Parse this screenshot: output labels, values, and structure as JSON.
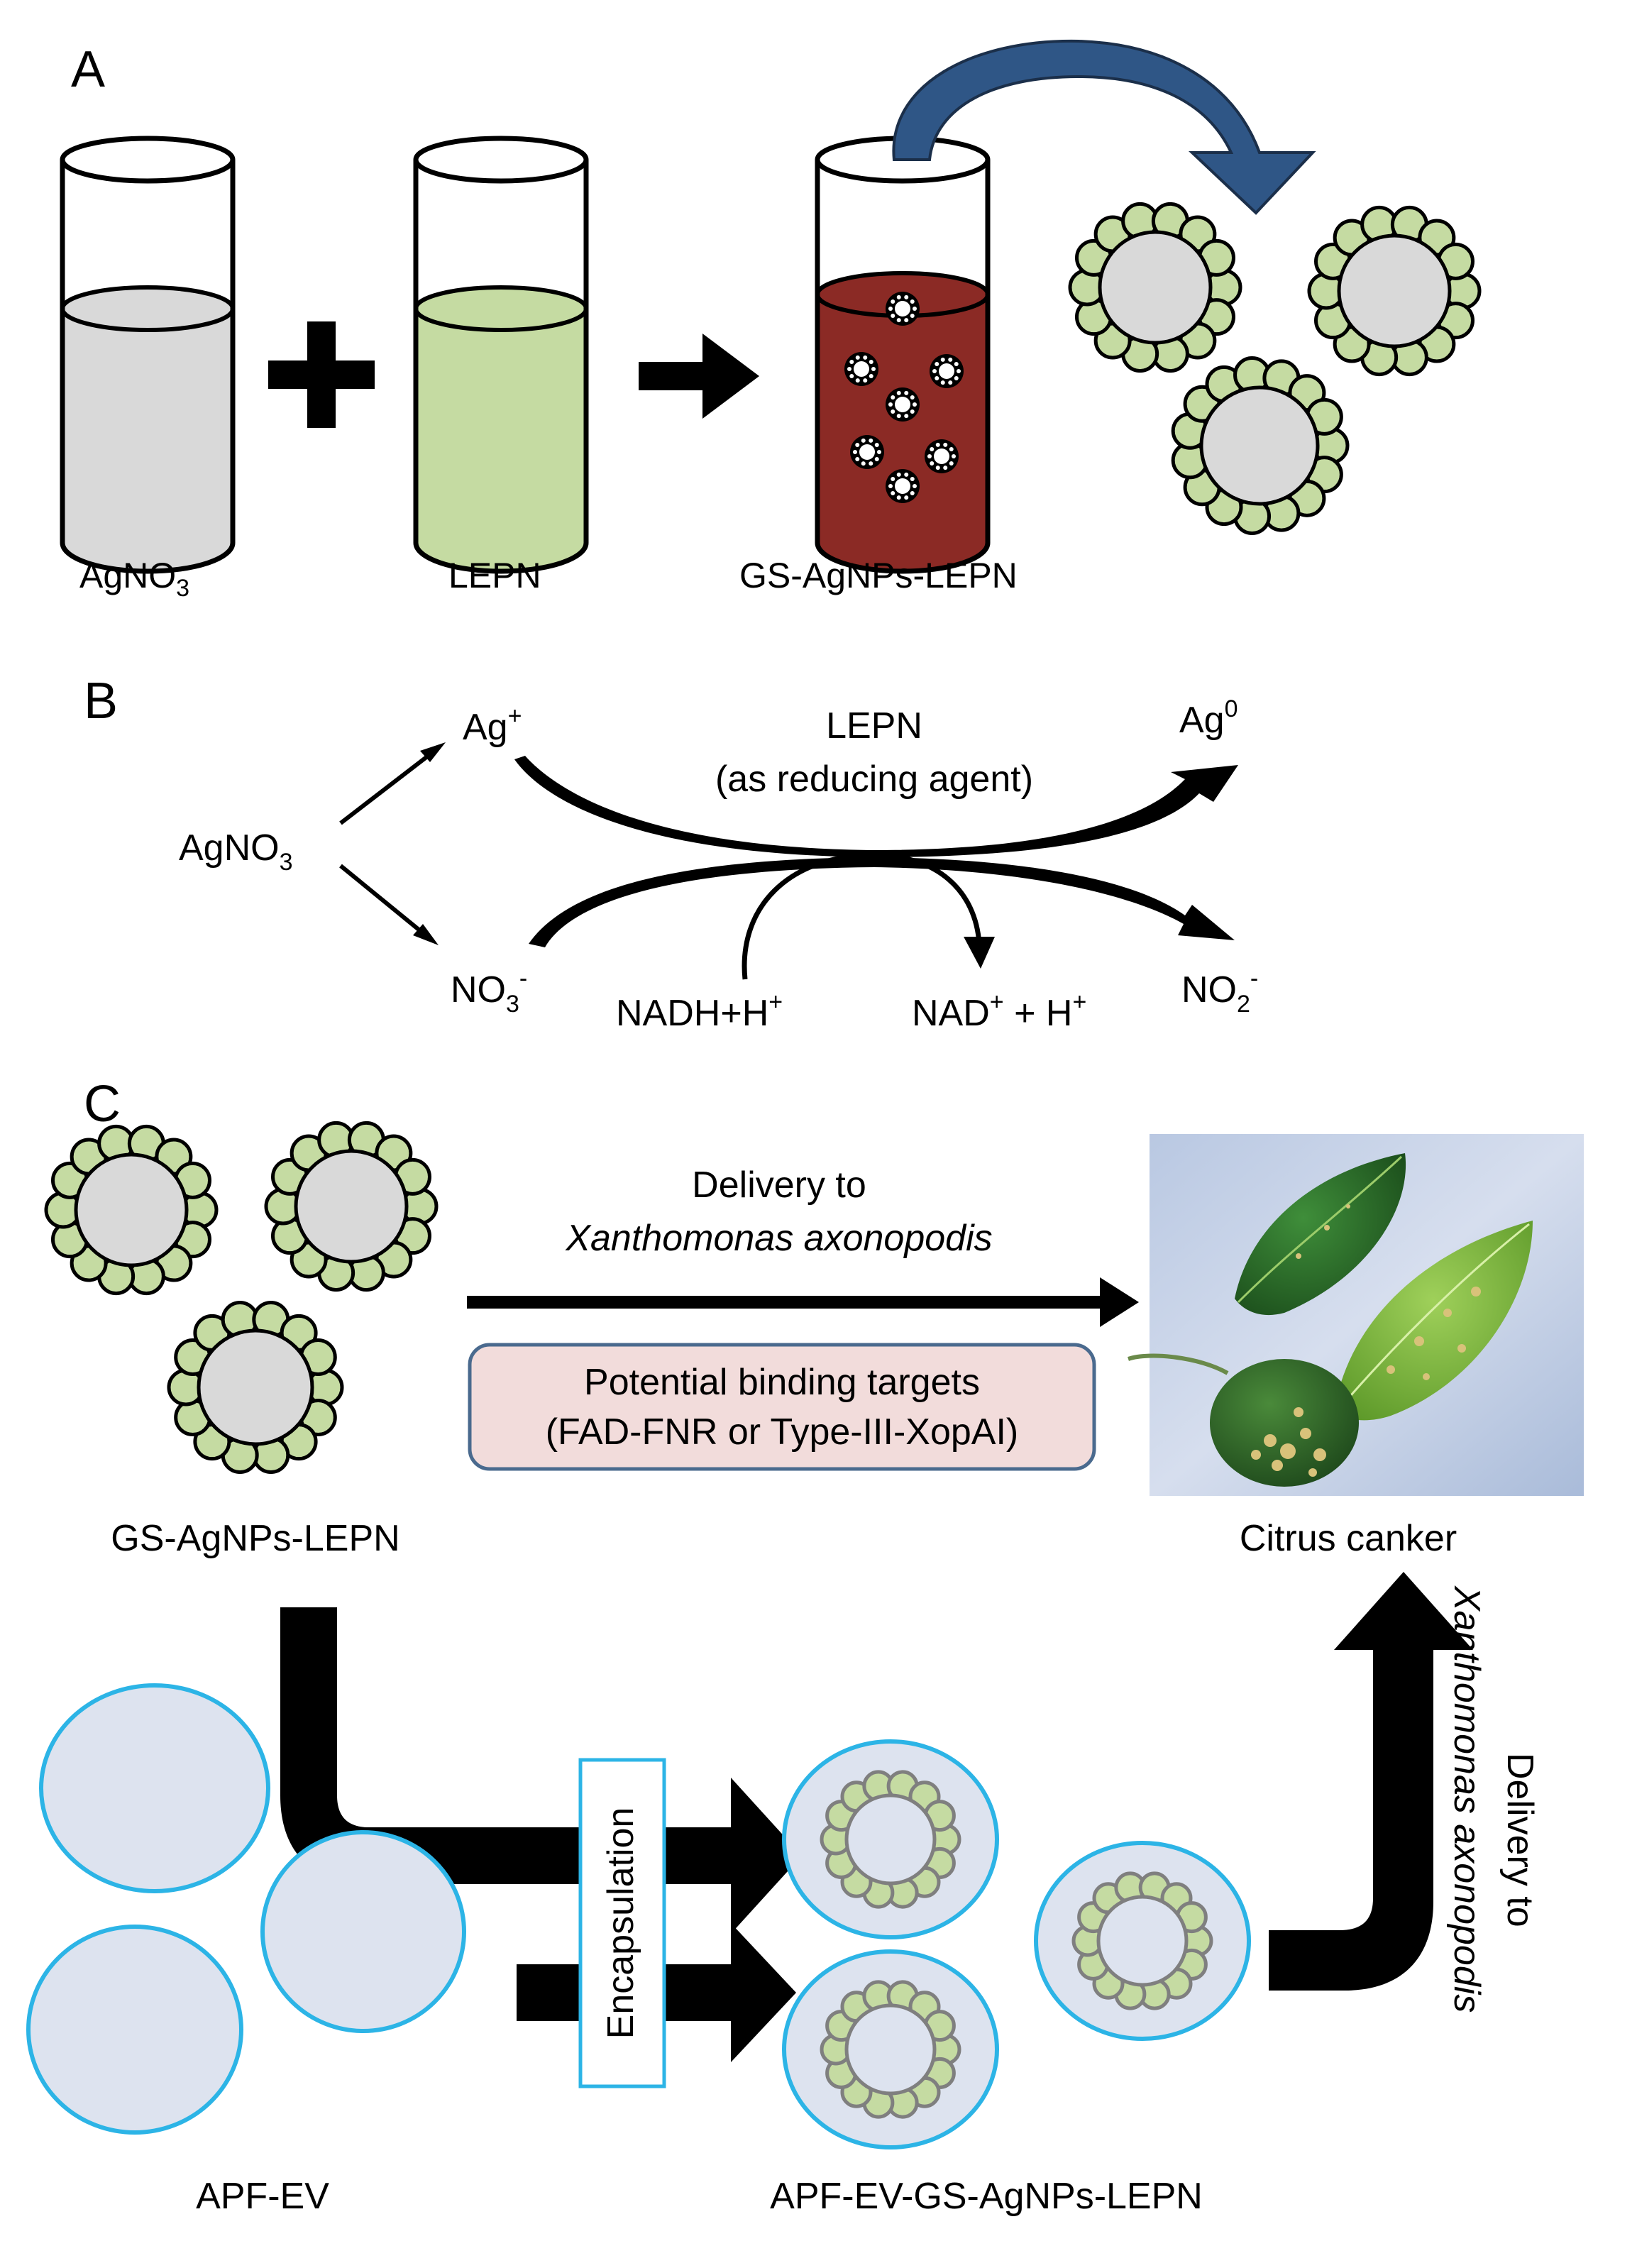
{
  "panel_a": {
    "letter": "A",
    "labels": {
      "tube1": "AgNO",
      "tube1_sub": "3",
      "tube2": "LEPN",
      "tube3": "GS-AgNPs-LEPN"
    }
  },
  "panel_b": {
    "letter": "B",
    "agno3": "AgNO",
    "agno3_sub": "3",
    "ag_plus": "Ag",
    "ag_plus_sup": "+",
    "no3": "NO",
    "no3_sub": "3",
    "no3_sup": "-",
    "lepn": "LEPN",
    "reducing_agent": "(as reducing agent)",
    "ag0": "Ag",
    "ag0_sup": "0",
    "nadh": "NADH+H",
    "nadh_sup": "+",
    "nad_a": "NAD",
    "nad_sup1": "+",
    "nad_b": " + H",
    "nad_sup2": "+",
    "no2": "NO",
    "no2_sub": "2",
    "no2_sup": "-"
  },
  "panel_c": {
    "letter": "C",
    "delivery_line1": "Delivery to",
    "delivery_line2": "Xanthomonas axonopodis",
    "binding_line1": "Potential binding targets",
    "binding_line2": "(FAD-FNR or Type-III-XopAI)",
    "gs_label": "GS-AgNPs-LEPN",
    "citrus_label": "Citrus canker",
    "encapsulation": "Encapsulation",
    "apf_label": "APF-EV",
    "apf_gs_label": "APF-EV-GS-AgNPs-LEPN",
    "vertical_line1": "Delivery to",
    "vertical_line2": "Xanthomonas axonopodis"
  },
  "colors": {
    "silver_solution": "#d9d9d9",
    "lepn_solution": "#c5dba2",
    "reaction_solution": "#8b2a25",
    "nanoparticle_shell": "#c5dba2",
    "nanoparticle_core": "#d9d9d9",
    "curved_arrow": "#2f5686",
    "vesicle_outline": "#2cb4e6",
    "vesicle_fill": "#dde3ef",
    "binding_box_fill": "#f2dcdb",
    "binding_box_border": "#4a6a8e"
  }
}
